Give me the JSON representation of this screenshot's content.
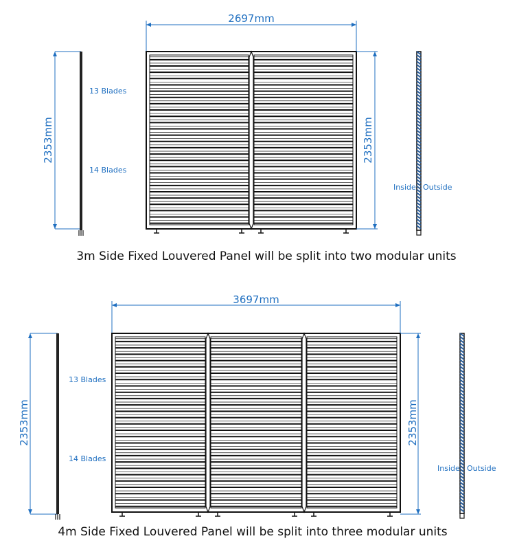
{
  "drawings": [
    {
      "width_label": "2697mm",
      "height_label": "2353mm",
      "height_label_right": "2353mm",
      "upper_blades_label": "13 Blades",
      "lower_blades_label": "14 Blades",
      "upper_blades": 13,
      "lower_blades": 14,
      "modules": 2,
      "inside_label": "Inside",
      "outside_label": "Outside",
      "caption": "3m Side Fixed Louvered Panel will be split into two modular units"
    },
    {
      "width_label": "3697mm",
      "height_label": "2353mm",
      "height_label_right": "2353mm",
      "upper_blades_label": "13 Blades",
      "lower_blades_label": "14 Blades",
      "upper_blades": 13,
      "lower_blades": 14,
      "modules": 3,
      "inside_label": "Inside",
      "outside_label": "Outside",
      "caption": "4m Side Fixed Louvered Panel will be split into three modular units"
    }
  ],
  "colors": {
    "dimension": "#1f6fc0",
    "line": "#111111",
    "hatch": "#2a5d9a"
  }
}
